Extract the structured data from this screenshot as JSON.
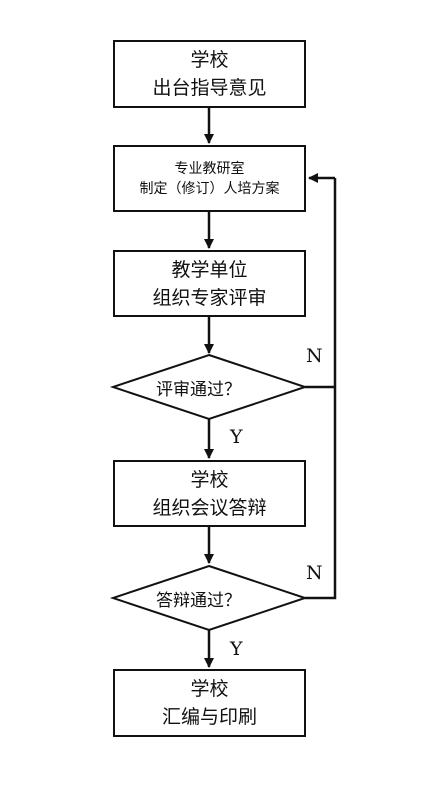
{
  "steps": [
    {
      "line1": "学校",
      "line2": "出台指导意见"
    },
    {
      "line1": "专业教研室",
      "line2": "制定（修订）人培方案"
    },
    {
      "line1": "教学单位",
      "line2": "组织专家评审"
    },
    {
      "line1": "学校",
      "line2": "组织会议答辩"
    },
    {
      "line1": "学校",
      "line2": "汇编与印刷"
    }
  ],
  "decisions": [
    {
      "label": "评审通过？",
      "yes": "Y",
      "no": "N"
    },
    {
      "label": "答辩通过？",
      "yes": "Y",
      "no": "N"
    }
  ]
}
